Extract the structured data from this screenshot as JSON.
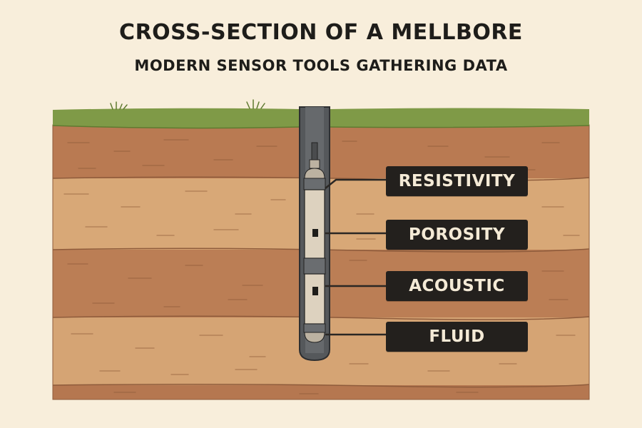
{
  "header": {
    "title": "CROSS-SECTION OF A MELLBORE",
    "subtitle": "MODERN SENSOR TOOLS GATHERING DATA"
  },
  "sensors": [
    {
      "label": "RESISTIVITY"
    },
    {
      "label": "POROSITY"
    },
    {
      "label": "ACOUSTIC"
    },
    {
      "label": "FLUID"
    }
  ],
  "colors": {
    "background": "#f8eedb",
    "grass": "#7f9a47",
    "soil_dark": "#b97a52",
    "soil_light": "#d8a877",
    "label_bg": "#23201d",
    "label_text": "#f4ead6",
    "pipe": "#55585b",
    "tool_body": "#ddd2bf"
  }
}
